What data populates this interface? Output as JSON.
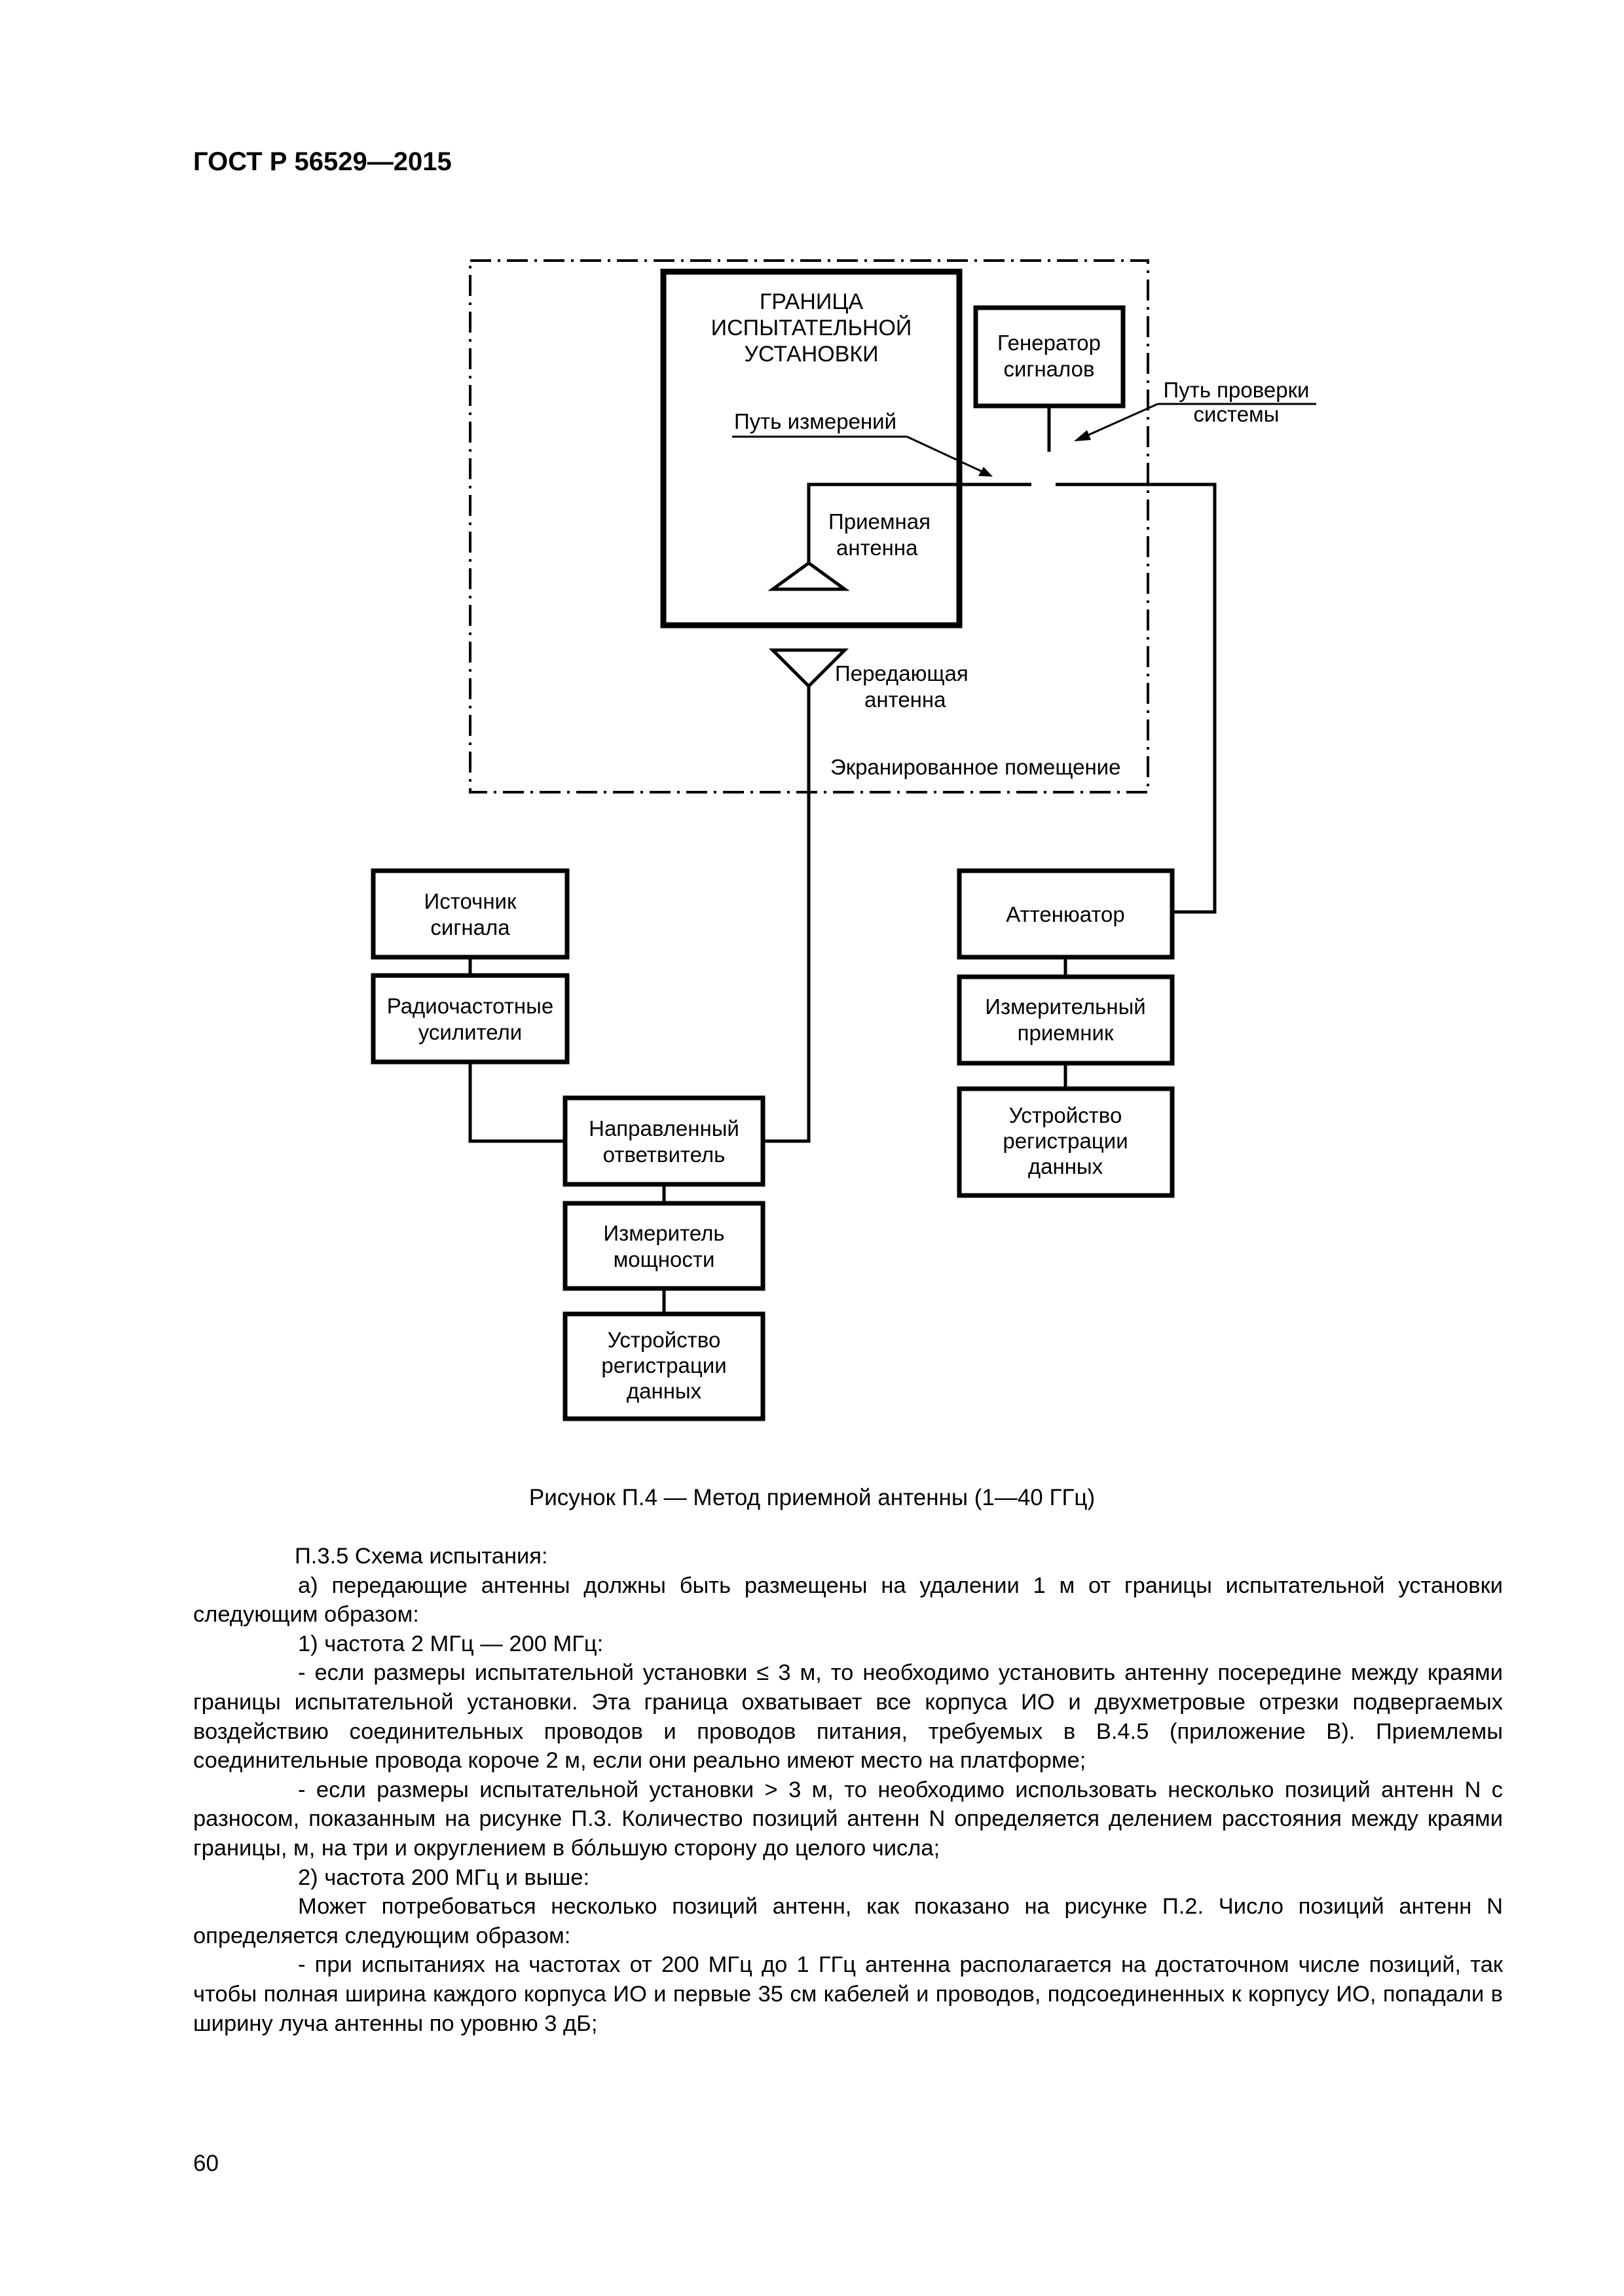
{
  "header": {
    "standard": "ГОСТ Р 56529—2015"
  },
  "figure": {
    "test_setup_boundary": [
      "ГРАНИЦА",
      "ИСПЫТАТЕЛЬНОЙ",
      "УСТАНОВКИ"
    ],
    "signal_generator": [
      "Генератор",
      "сигналов"
    ],
    "system_check_path": [
      "Путь проверки",
      "системы"
    ],
    "measurement_path": "Путь измерений",
    "receive_antenna": [
      "Приемная",
      "антенна"
    ],
    "transmit_antenna": [
      "Передающая",
      "антенна"
    ],
    "shielded_room": "Экранированное помещение",
    "signal_source": [
      "Источник",
      "сигнала"
    ],
    "rf_amplifiers": [
      "Радиочастотные",
      "усилители"
    ],
    "directional_coupler": [
      "Направленный",
      "ответвитель"
    ],
    "power_meter": [
      "Измеритель",
      "мощности"
    ],
    "data_recorder_left": [
      "Устройство",
      "регистрации",
      "данных"
    ],
    "attenuator": "Аттенюатор",
    "measuring_receiver": [
      "Измерительный",
      "приемник"
    ],
    "data_recorder_right": [
      "Устройство",
      "регистрации",
      "данных"
    ],
    "caption": "Рисунок П.4 — Метод приемной антенны (1—40 ГГц)"
  },
  "body": {
    "p1": "П.3.5 Схема испытания:",
    "p2": "а) передающие антенны должны быть размещены на удалении 1 м от границы испытательной установки следующим образом:",
    "p3": "1) частота 2 МГц — 200 МГц:",
    "p4": "- если размеры испытательной установки ≤ 3 м, то необходимо установить антенну посередине между краями границы испытательной установки. Эта граница охватывает все корпуса ИО и двухметровые отрезки подвергаемых воздействию соединительных проводов и проводов питания, требуемых в В.4.5 (приложение В). Приемлемы соединительные провода короче 2 м, если они реально имеют место на платформе;",
    "p5": "- если размеры испытательной установки > 3 м, то необходимо использовать несколько позиций антенн N с разносом, показанным на рисунке П.3. Количество позиций антенн N определяется делением расстояния между краями границы, м, на три и округлением в бóльшую сторону до целого числа;",
    "p6": "2) частота 200 МГц и выше:",
    "p7": "Может потребоваться несколько позиций антенн, как показано на рисунке П.2. Число позиций антенн N определяется следующим образом:",
    "p8": "- при испытаниях на частотах от 200 МГц до 1 ГГц антенна располагается на достаточном числе позиций, так чтобы полная ширина каждого корпуса ИО и первые 35 см кабелей и проводов, подсоединенных к корпусу ИО, попадали в ширину луча антенны по уровню 3 дБ;"
  },
  "page_number": "60"
}
